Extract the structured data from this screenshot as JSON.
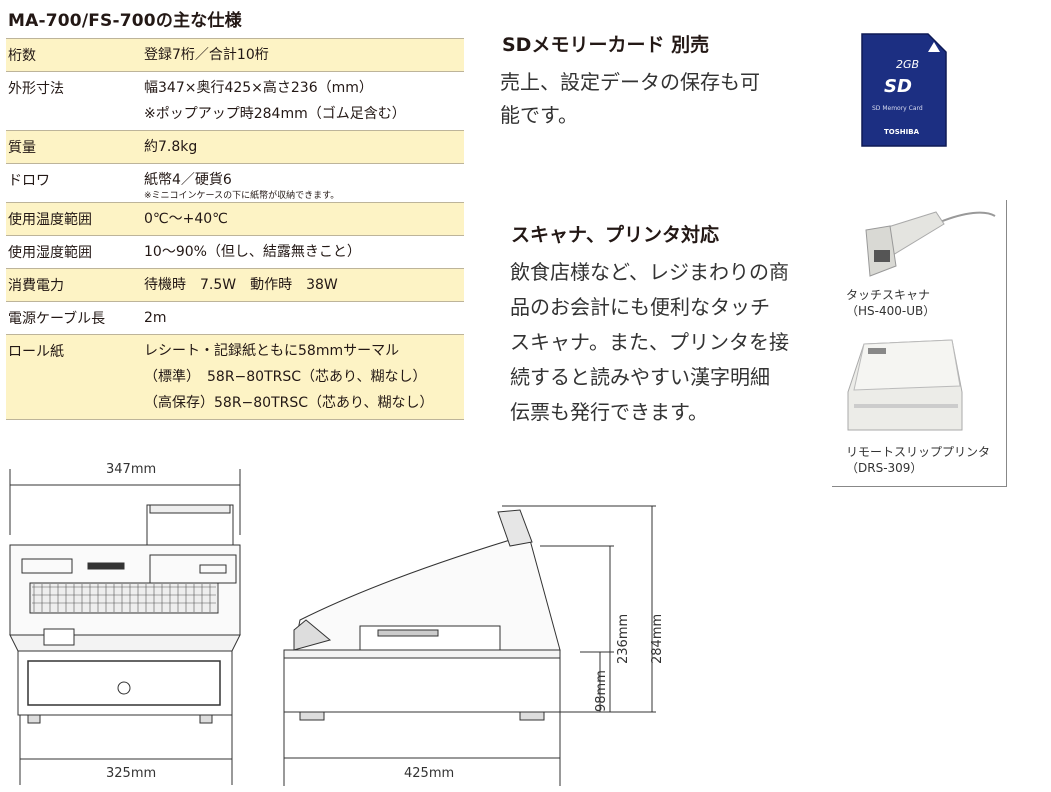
{
  "spec": {
    "title": "MA-700/FS-700の主な仕様",
    "rows": [
      {
        "label": "桁数",
        "lines": [
          "登録7桁／合計10桁"
        ],
        "note": ""
      },
      {
        "label": "外形寸法",
        "lines": [
          "幅347×奥行425×高さ236（mm）",
          "※ポップアップ時284mm（ゴム足含む）"
        ],
        "note": ""
      },
      {
        "label": "質量",
        "lines": [
          "約7.8kg"
        ],
        "note": ""
      },
      {
        "label": "ドロワ",
        "lines": [
          "紙幣4／硬貨6"
        ],
        "note": "※ミニコインケースの下に紙幣が収納できます。"
      },
      {
        "label": "使用温度範囲",
        "lines": [
          "0℃～+40℃"
        ],
        "note": ""
      },
      {
        "label": "使用湿度範囲",
        "lines": [
          "10～90%（但し、結露無きこと）"
        ],
        "note": ""
      },
      {
        "label": "消費電力",
        "lines": [
          "待機時　7.5W　動作時　38W"
        ],
        "note": ""
      },
      {
        "label": "電源ケーブル長",
        "lines": [
          "2m"
        ],
        "note": ""
      },
      {
        "label": "ロール紙",
        "lines": [
          "レシート・記録紙ともに58mmサーマル",
          "（標準）　58R−80TRSC（芯あり、糊なし）",
          "（高保存）58R−80TRSC（芯あり、糊なし）"
        ],
        "note": ""
      }
    ]
  },
  "sd": {
    "title": "SDメモリーカード 別売",
    "body_line1": "売上、設定データの保存も可",
    "body_line2": "能です。",
    "card_capacity": "2GB",
    "card_logo": "SD",
    "card_sub": "SD Memory Card",
    "card_brand": "TOSHIBA"
  },
  "scanner": {
    "title": "スキャナ、プリンタ対応",
    "body_lines": [
      "飲食店様など、レジまわりの商",
      "品のお会計にも便利なタッチ",
      "スキャナ。また、プリンタを接",
      "続すると読みやすい漢字明細",
      "伝票も発行できます。"
    ],
    "scanner_caption1": "タッチスキャナ",
    "scanner_caption2": "（HS-400-UB）",
    "printer_caption1": "リモートスリッププリンタ",
    "printer_caption2": "（DRS-309）"
  },
  "dimensions": {
    "front_width": "347mm",
    "base_width": "325mm",
    "depth": "425mm",
    "drawer_height": "98mm",
    "body_height": "236mm",
    "popup_height": "284mm"
  }
}
